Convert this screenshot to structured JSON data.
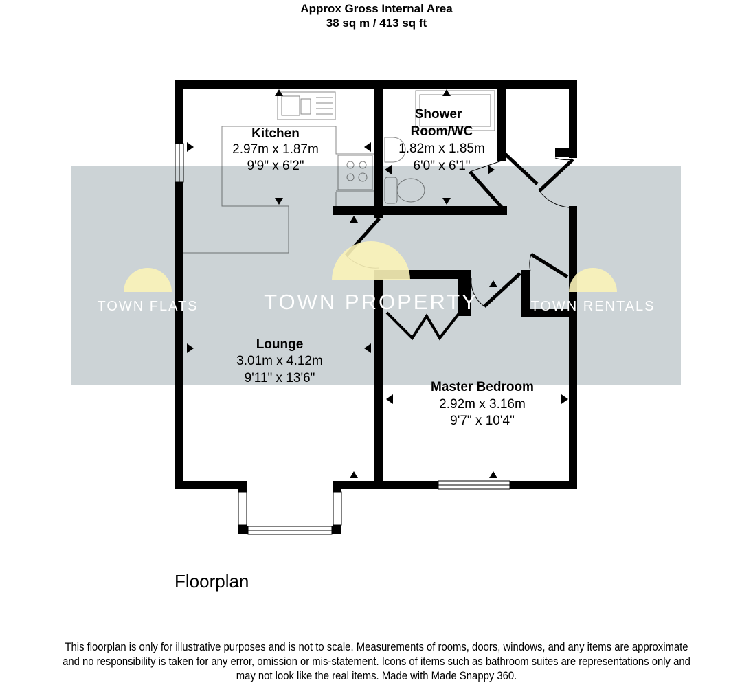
{
  "header": {
    "title": "Approx Gross Internal Area",
    "area": "38 sq m / 413 sq ft"
  },
  "rooms": [
    {
      "name": "Kitchen",
      "metric": "2.97m x 1.87m",
      "imperial": "9'9\" x 6'2\""
    },
    {
      "name_line1": "Shower",
      "name_line2": "Room/WC",
      "metric": "1.82m x 1.85m",
      "imperial": "6'0\" x 6'1\""
    },
    {
      "name": "Lounge",
      "metric": "3.01m x 4.12m",
      "imperial": "9'11\" x 13'6\""
    },
    {
      "name": "Master Bedroom",
      "metric": "2.92m x 3.16m",
      "imperial": "9'7\" x 10'4\""
    }
  ],
  "watermark": {
    "left": "TOWN FLATS",
    "center": "TOWN PROPERTY",
    "right": "TOWN RENTALS",
    "band_color": "#ccd3d6",
    "logo_color": "#fbf3b8"
  },
  "floor_label": "Floorplan",
  "disclaimer": [
    "This floorplan is only for illustrative purposes and is not to scale. Measurements of rooms, doors, windows, and any items are approximate",
    "and no responsibility is taken for any error, omission or mis-statement. Icons of items such as bathroom suites are representations only and",
    "may not look like the real items. Made with Made Snappy 360."
  ]
}
